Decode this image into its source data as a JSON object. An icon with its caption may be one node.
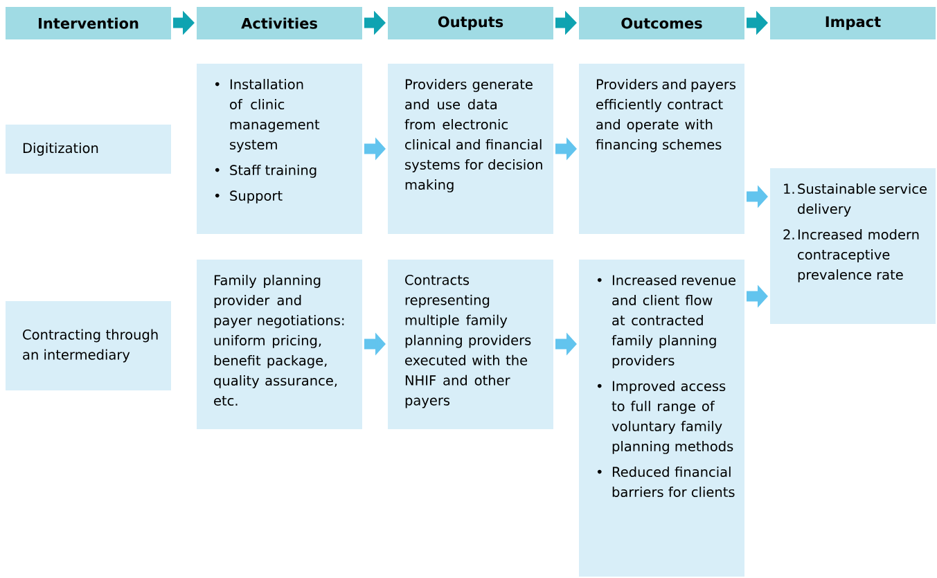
{
  "diagram": {
    "nodes": [
      {
        "text": [
          "Intervention"
        ]
      },
      {
        "text": [
          "Activities"
        ]
      },
      {
        "text": [
          "Outputs"
        ]
      },
      {
        "text": [
          "Outcomes"
        ]
      },
      {
        "text": [
          "Impact"
        ]
      },
      {
        "text": [
          "Digitization"
        ]
      },
      {
        "text": [
          "•",
          "Installation of clinic management system",
          "•",
          "Staff training",
          "•",
          "Support"
        ]
      },
      {
        "text": [
          "Providers generate and use data from electronic clinical and financial systems for decision making"
        ]
      },
      {
        "text": [
          "Providers and payers efficiently contract and operate with financing schemes"
        ]
      },
      {
        "text": [
          "1.",
          "Sustainable service delivery",
          "2.",
          "Increased modern contraceptive prevalence rate"
        ]
      },
      {
        "text": [
          "Contracting through an intermediary"
        ]
      },
      {
        "text": [
          "Family planning provider and payer negotiations: uniform pricing, benefit package, quality assurance, etc."
        ]
      },
      {
        "text": [
          "Contracts representing multiple family planning providers executed with the NHIF and other payers"
        ]
      },
      {
        "text": [
          "•",
          "Increased revenue and client flow at contracted family planning providers",
          "•",
          "Improved access to full range of voluntary family planning methods",
          "•",
          "Reduced financial barriers for clients"
        ]
      }
    ],
    "edges": [
      {
        "from": 0,
        "to": 1,
        "arrow": "to",
        "color": "#0fa3b1"
      },
      {
        "from": 1,
        "to": 2,
        "arrow": "to",
        "color": "#0fa3b1"
      },
      {
        "from": 2,
        "to": 3,
        "arrow": "to",
        "color": "#0fa3b1"
      },
      {
        "from": 3,
        "to": 4,
        "arrow": "to",
        "color": "#0fa3b1"
      },
      {
        "from": 6,
        "to": 7,
        "arrow": "to"
      },
      {
        "from": 7,
        "to": 8,
        "arrow": "to"
      },
      {
        "from": 8,
        "to": 9,
        "arrow": "to"
      },
      {
        "from": 11,
        "to": 12,
        "arrow": "to"
      },
      {
        "from": 12,
        "to": 13,
        "arrow": "to"
      },
      {
        "from": 13,
        "to": 9,
        "arrow": "to"
      }
    ]
  }
}
